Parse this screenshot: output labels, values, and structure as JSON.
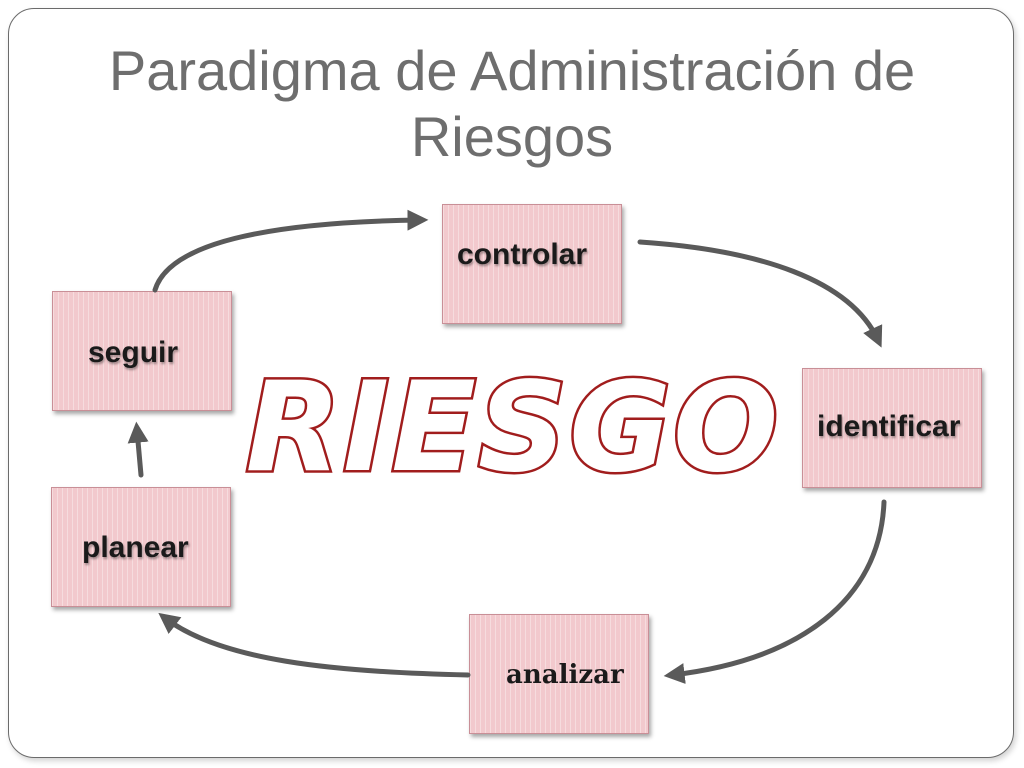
{
  "title": "Paradigma de Administración de Riesgos",
  "center_label": "RIESGO",
  "steps": [
    {
      "id": "controlar",
      "label": "controlar"
    },
    {
      "id": "identificar",
      "label": "identificar"
    },
    {
      "id": "analizar",
      "label": "analizar"
    },
    {
      "id": "planear",
      "label": "planear"
    },
    {
      "id": "seguir",
      "label": "seguir"
    }
  ],
  "colors": {
    "box_fill": "#f2c9cd",
    "arrow": "#5a5a5a",
    "center_outline": "#a11d1d",
    "title_text": "#6e6e6e"
  }
}
